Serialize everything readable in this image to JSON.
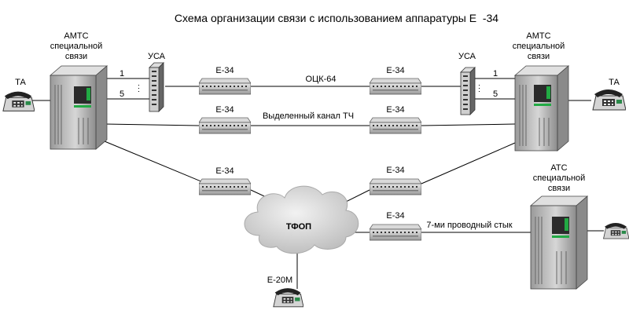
{
  "title": "Схема организации связи с использованием аппаратуры Е  -34",
  "left_station": {
    "label_lines": [
      "АМТС",
      "специальной",
      "связи"
    ]
  },
  "right_station": {
    "label_lines": [
      "АМТС",
      "специальной",
      "связи"
    ]
  },
  "bottom_station": {
    "label_lines": [
      "АТС",
      "специальной",
      "связи"
    ]
  },
  "usa_left": {
    "label": "УСА",
    "port_top": "1",
    "port_bottom": "5"
  },
  "usa_right": {
    "label": "УСА",
    "port_top": "1",
    "port_bottom": "5"
  },
  "phones": {
    "left": "ТА",
    "right": "ТА"
  },
  "links": {
    "ocg": "ОЦК-64",
    "tch": "Выделенный канал ТЧ",
    "seven_wire": "7-ми проводный стык"
  },
  "devices": {
    "e34_1": "Е-34",
    "e34_2": "Е-34",
    "e34_3": "Е-34",
    "e34_4": "Е-34",
    "e34_5": "Е-34",
    "e34_6": "Е-34",
    "e34_7": "Е-34"
  },
  "cloud": {
    "label": "ТФОП"
  },
  "bottom_phone": {
    "label": "Е-20М"
  },
  "colors": {
    "device_body": "#c8c8c8",
    "cloud": "#cfcfcf",
    "screen": "#2b2b2b",
    "green": "#22aa44"
  }
}
